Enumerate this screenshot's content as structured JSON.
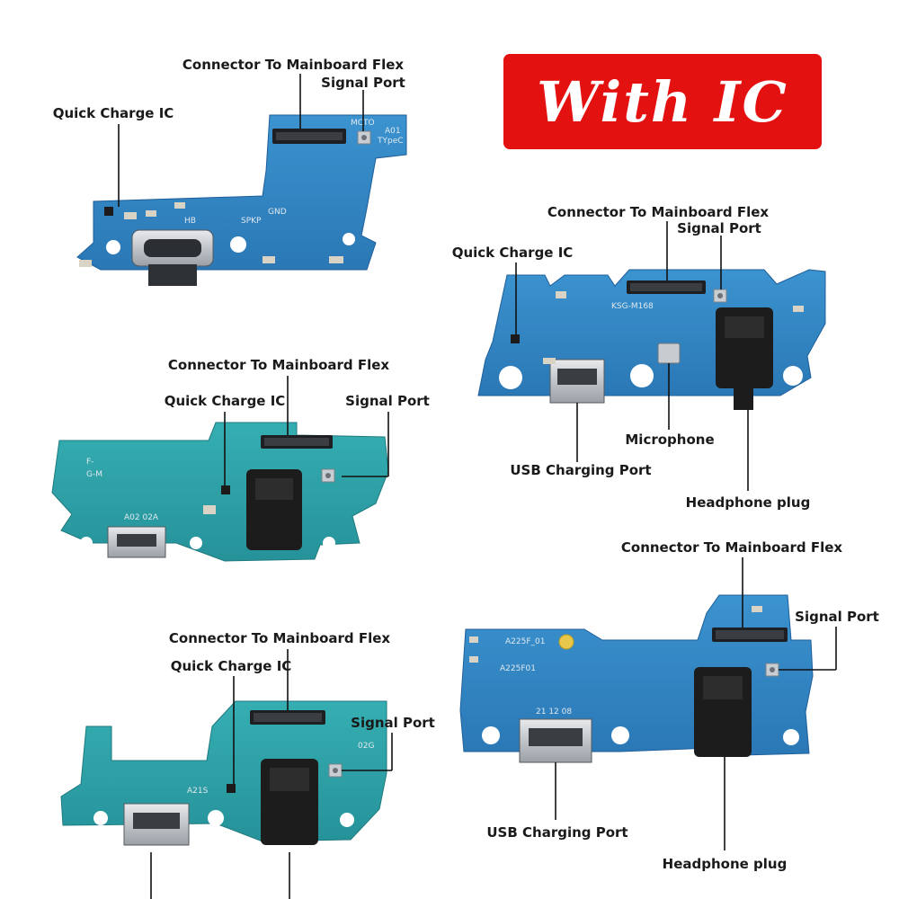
{
  "badge": {
    "text": "With IC",
    "color": "#e41111"
  },
  "colors": {
    "pcb_blue": "#2f86c4",
    "pcb_teal": "#2ea4a8",
    "pcb_dark": "#1f5f9a",
    "label": "#1a1a1a"
  },
  "labels": {
    "connector": "Connector To Mainboard Flex",
    "signal": "Signal Port",
    "quick_charge": "Quick Charge IC",
    "usb": "USB Charging Port",
    "microphone": "Microphone",
    "headphone": "Headphone plug"
  },
  "silkscreen": {
    "board1": {
      "model": "A01",
      "type": "TYpeC",
      "mcto": "MCTO",
      "spkp": "SPKP",
      "hb": "HB",
      "gnd": "GND"
    },
    "board2": {
      "model": "KSG-M168"
    },
    "board3": {
      "model": "A02 02A",
      "fg": "F-",
      "gm": "G-M"
    },
    "board4": {
      "model": "A21S",
      "code": "02G"
    },
    "board5": {
      "model1": "A225F_01",
      "model2": "A225F01",
      "date": "21 12 08"
    }
  }
}
